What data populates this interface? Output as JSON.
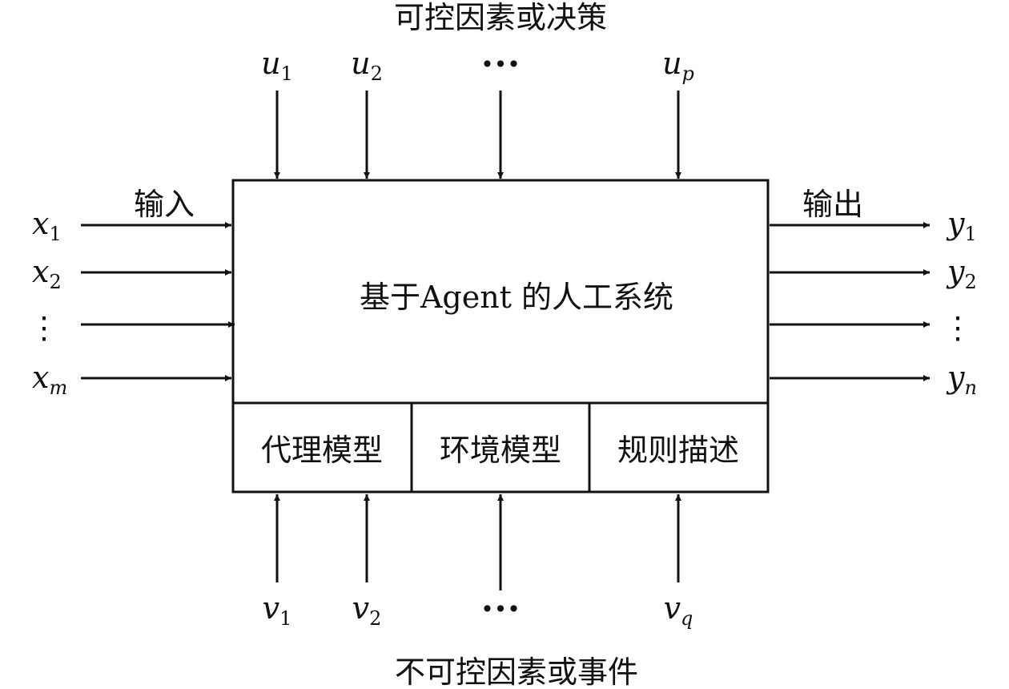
{
  "top_label": "可控因素或决策",
  "bottom_label": "不可控因素或事件",
  "input_label": "输入",
  "output_label": "输出",
  "system_title": "基于Agent 的人工系统",
  "sub_modules": [
    "代理模型",
    "环境模型",
    "规则描述"
  ],
  "ellipsis_h": "•••",
  "ellipsis_v": "⋮",
  "controllable_inputs": [
    {
      "base": "u",
      "sub": "1"
    },
    {
      "base": "u",
      "sub": "2"
    },
    {
      "base": "u",
      "sub": "p"
    }
  ],
  "uncontrollable_inputs": [
    {
      "base": "v",
      "sub": "1"
    },
    {
      "base": "v",
      "sub": "2"
    },
    {
      "base": "v",
      "sub": "q"
    }
  ],
  "inputs": [
    {
      "base": "x",
      "sub": "1"
    },
    {
      "base": "x",
      "sub": "2"
    },
    {
      "base": "x",
      "sub": "m"
    }
  ],
  "outputs": [
    {
      "base": "y",
      "sub": "1"
    },
    {
      "base": "y",
      "sub": "2"
    },
    {
      "base": "y",
      "sub": "n"
    }
  ],
  "colors": {
    "stroke": "#111111",
    "background": "#ffffff"
  }
}
